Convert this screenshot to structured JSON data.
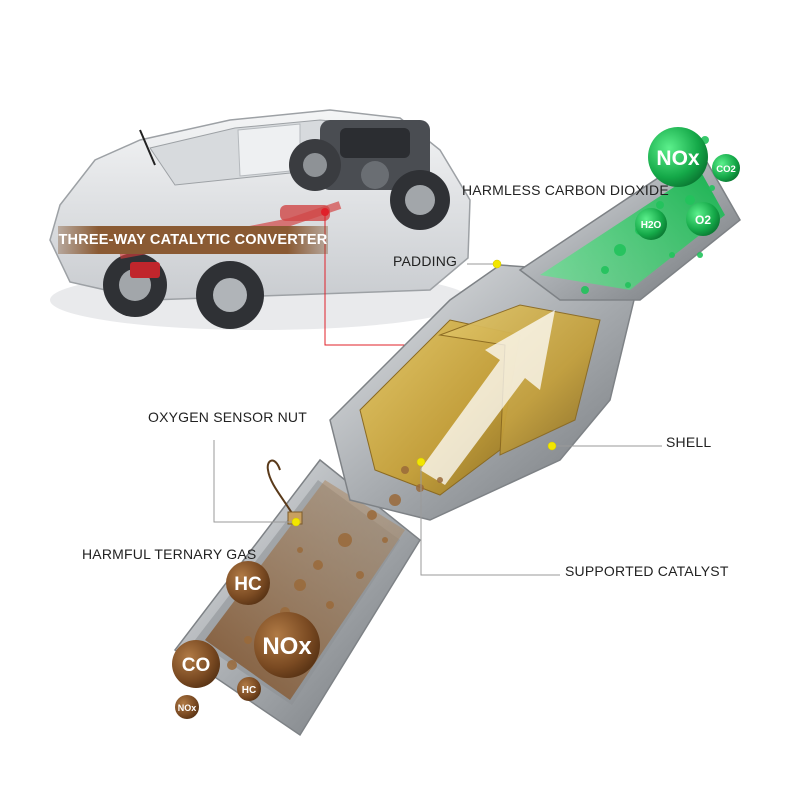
{
  "labels": {
    "converter": "THREE-WAY CATALYTIC CONVERTER",
    "harmless": "HARMLESS CARBON DIOXIDE",
    "padding": "PADDING",
    "oxygen_sensor": "OXYGEN SENSOR NUT",
    "shell": "SHELL",
    "harmful": "HARMFUL TERNARY GAS",
    "catalyst": "SUPPORTED CATALYST"
  },
  "brown_molecules": {
    "hc_large": "HC",
    "nox_large": "NOx",
    "co": "CO",
    "hc_small": "HC",
    "nox_small": "NOx"
  },
  "green_molecules": {
    "nox": "NOx",
    "co2": "CO2",
    "h2o": "H2O",
    "o2": "O2"
  },
  "colors": {
    "brown": "#8b5a2b",
    "green": "#1fbf5a",
    "catalyst": "#c9a94a",
    "shell": "#b8bcc0",
    "leader": "#9a9a9a",
    "marker_yellow": "#f2e600",
    "marker_red": "#e0202a"
  }
}
